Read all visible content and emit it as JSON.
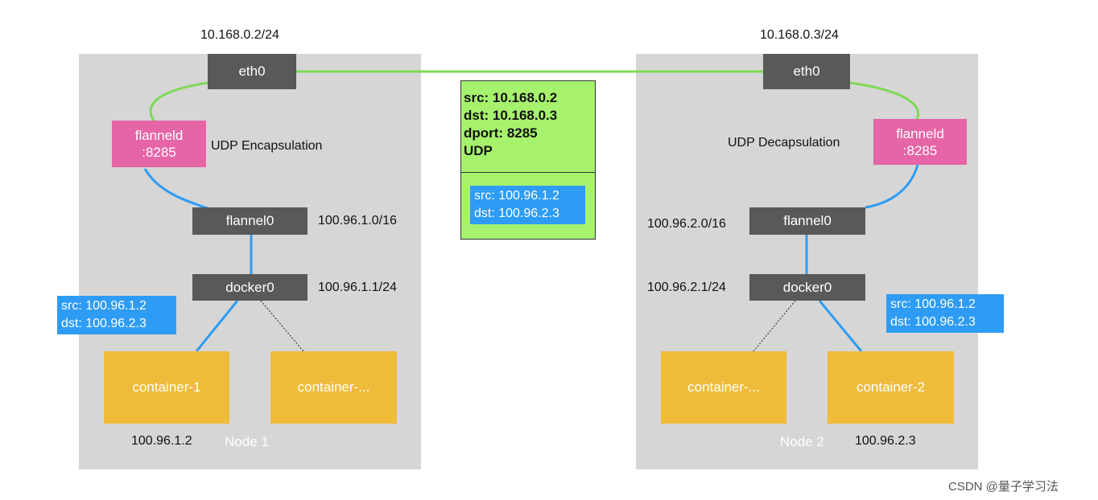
{
  "colors": {
    "node_bg": "#d6d6d6",
    "dark_box": "#595959",
    "flanneld": "#e565a6",
    "container": "#efbb3b",
    "blue": "#2e9cf4",
    "green_link": "#7fd956",
    "packet": "#a6f26c"
  },
  "node1": {
    "ip_label": "10.168.0.2/24",
    "eth0": "eth0",
    "flanneld_line1": "flanneld",
    "flanneld_line2": ":8285",
    "udp_label": "UDP Encapsulation",
    "flannel0": "flannel0",
    "flannel0_subnet": "100.96.1.0/16",
    "docker0": "docker0",
    "docker0_subnet": "100.96.1.1/24",
    "pkt_src": "src: 100.96.1.2",
    "pkt_dst": "dst: 100.96.2.3",
    "container_a": "container-1",
    "container_b": "container-...",
    "container_ip": "100.96.1.2",
    "name": "Node 1"
  },
  "node2": {
    "ip_label": "10.168.0.3/24",
    "eth0": "eth0",
    "flanneld_line1": "flanneld",
    "flanneld_line2": ":8285",
    "udp_label": "UDP Decapsulation",
    "flannel0": "flannel0",
    "flannel0_subnet": "100.96.2.0/16",
    "docker0": "docker0",
    "docker0_subnet": "100.96.2.1/24",
    "pkt_src": "src: 100.96.1.2",
    "pkt_dst": "dst: 100.96.2.3",
    "container_a": "container-...",
    "container_b": "container-2",
    "container_ip": "100.96.2.3",
    "name": "Node 2"
  },
  "packet": {
    "outer": [
      "src: 10.168.0.2",
      "dst: 10.168.0.3",
      "dport: 8285",
      "UDP"
    ],
    "inner_src": "src: 100.96.1.2",
    "inner_dst": "dst: 100.96.2.3"
  },
  "watermark": "CSDN @量子学习法"
}
